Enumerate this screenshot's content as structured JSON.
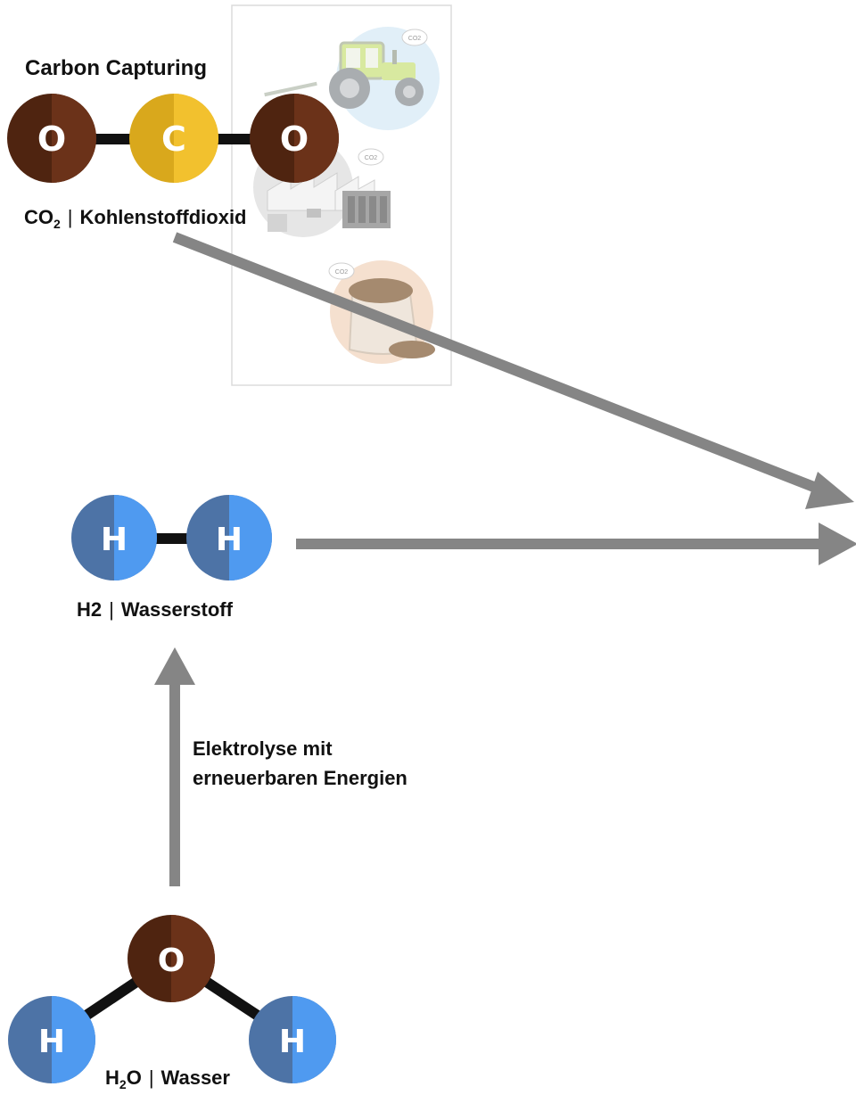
{
  "title": "Carbon Capturing",
  "co2": {
    "formula_main": "CO",
    "formula_sub": "2",
    "separator": "|",
    "name": "Kohlenstoffdioxid",
    "atoms": [
      "O",
      "C",
      "O"
    ]
  },
  "h2": {
    "formula": "H2",
    "separator": "|",
    "name": "Wasserstoff",
    "atoms": [
      "H",
      "H"
    ]
  },
  "h2o": {
    "formula_main": "H",
    "formula_sub": "2",
    "formula_end": "O",
    "separator": "|",
    "name": "Wasser",
    "atoms": [
      "O",
      "H",
      "H"
    ]
  },
  "process": {
    "line1": "Elektrolyse mit",
    "line2": "erneuerbaren Energien"
  },
  "sources": {
    "icons": [
      "tractor-icon",
      "factory-icon",
      "soil-sack-icon"
    ],
    "co2_badge": "CO2"
  },
  "colors": {
    "oxygen": "#6b3219",
    "oxygen_dark": "#4f2410",
    "carbon": "#f2c12e",
    "carbon_dark": "#d9a81c",
    "hydrogen": "#4f9af0",
    "hydrogen_dark": "#4d73a6",
    "bond": "#111111",
    "arrow": "#858585"
  }
}
